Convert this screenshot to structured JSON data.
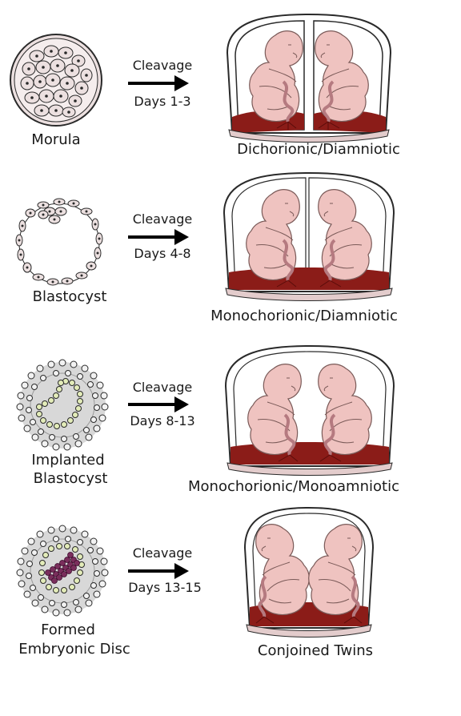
{
  "colors": {
    "cell_fill": "#ece0e0",
    "cell_stroke": "#2a2a2a",
    "zona_fill": "#d8d8d8",
    "yolk_fill": "#e3ecb9",
    "disc_fill": "#7a2e5c",
    "fetus_fill": "#efc3c0",
    "fetus_stroke": "#7a5a58",
    "placenta_fill": "#8b1c18",
    "cord": "#b57a80"
  },
  "stages": [
    {
      "embryo_label": "Morula",
      "arrow_top": "Cleavage",
      "arrow_bottom": "Days 1-3",
      "result_label": "Dichorionic/Diamniotic"
    },
    {
      "embryo_label": "Blastocyst",
      "arrow_top": "Cleavage",
      "arrow_bottom": "Days 4-8",
      "result_label": "Monochorionic/Diamniotic"
    },
    {
      "embryo_label_line1": "Implanted",
      "embryo_label_line2": "Blastocyst",
      "arrow_top": "Cleavage",
      "arrow_bottom": "Days 8-13",
      "result_label": "Monochorionic/Monoamniotic"
    },
    {
      "embryo_label_line1": "Formed",
      "embryo_label_line2": "Embryonic Disc",
      "arrow_top": "Cleavage",
      "arrow_bottom": "Days 13-15",
      "result_label": "Conjoined Twins"
    }
  ]
}
